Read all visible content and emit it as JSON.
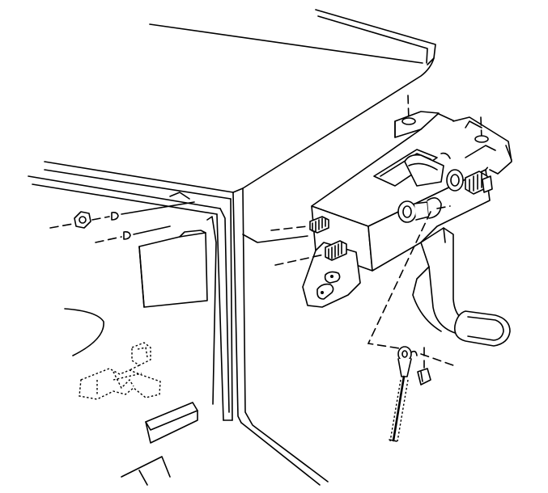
{
  "diagram": {
    "parts": [
      {
        "name": "dash-panel"
      },
      {
        "name": "firewall-side-panel"
      },
      {
        "name": "parking-brake-pedal-assembly"
      },
      {
        "name": "mounting-studs"
      },
      {
        "name": "mounting-nuts"
      },
      {
        "name": "release-handle-bracket"
      },
      {
        "name": "pedal-arm"
      },
      {
        "name": "brake-cable"
      },
      {
        "name": "cable-retainer-clip"
      }
    ],
    "colors": {
      "line": "#000000",
      "background": "#ffffff"
    }
  }
}
